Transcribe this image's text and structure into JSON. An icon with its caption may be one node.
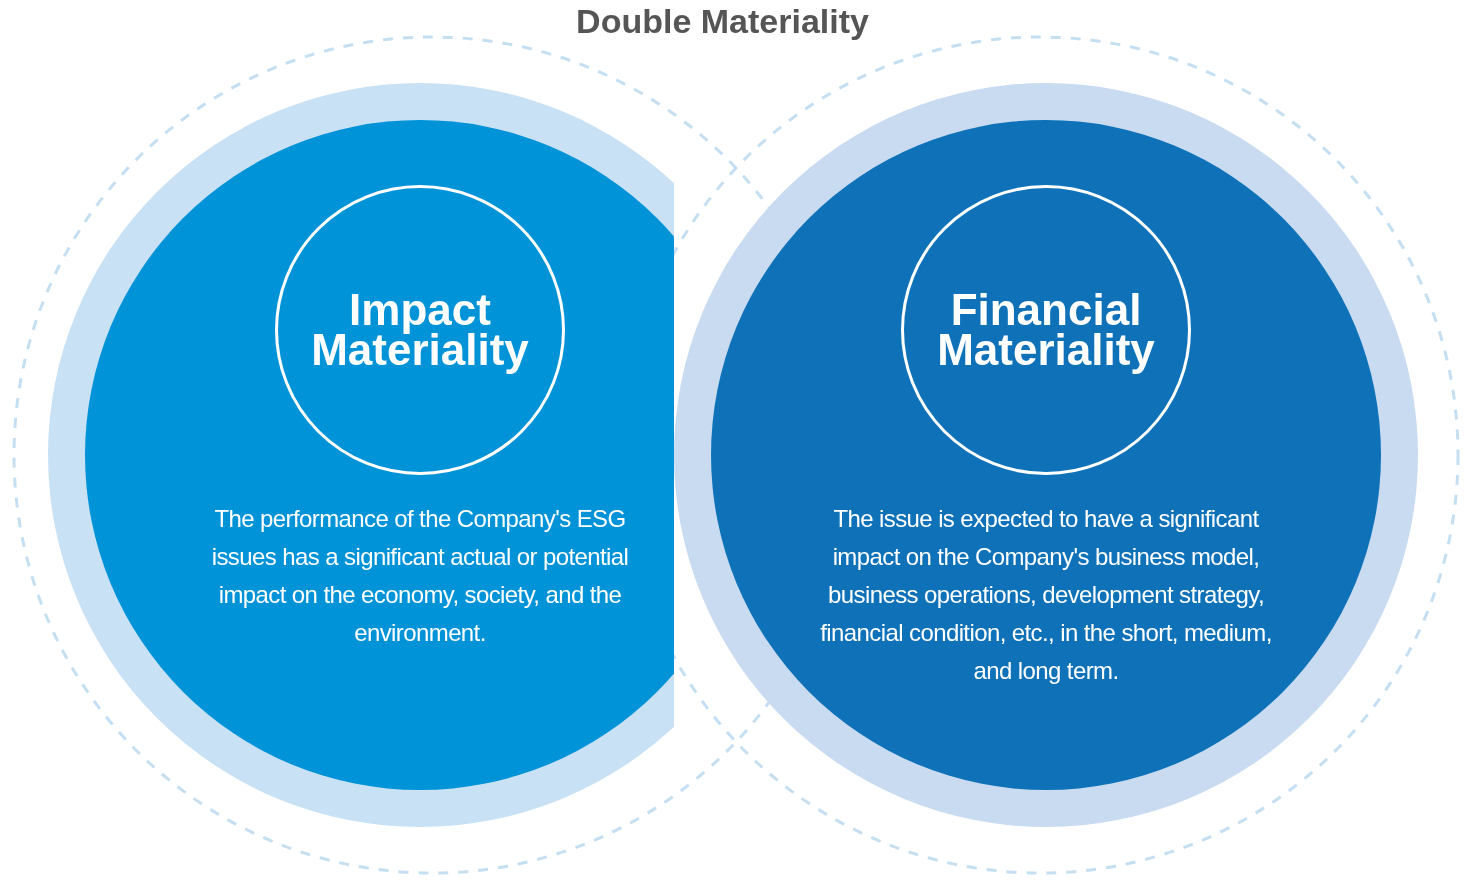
{
  "diagram": {
    "title": "Double Materiality",
    "nodes": [
      {
        "text": [
          "The performance of the Company's ESG issues has a significant actual or potential impact on the economy, society, and the environment."
        ]
      },
      {
        "text": [
          "Impact Materiality"
        ],
        "in": 0
      },
      {
        "text": [
          "The issue is expected to have a significant impact on the Company's business model, business operations, development strategy, financial condition, etc., in the short, medium, and long term."
        ]
      },
      {
        "text": [
          "Financial Materiality"
        ],
        "in": 2
      }
    ]
  }
}
